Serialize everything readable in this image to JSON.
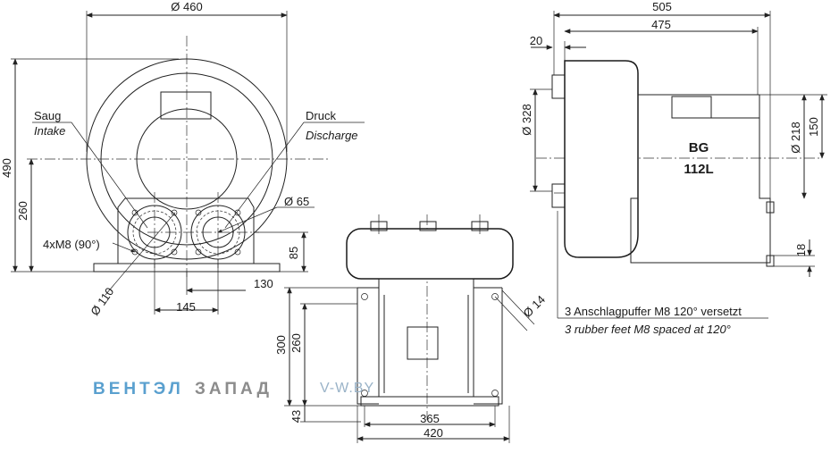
{
  "front_view": {
    "dia_overall": "Ø 460",
    "height_total": "490",
    "height_axis": "260",
    "height_port": "85",
    "port_offset": "130",
    "port_spacing": "145",
    "port_dia": "Ø 65",
    "flange_dia": "Ø 110",
    "bolts": "4xM8 (90°)",
    "intake_de": "Saug",
    "intake_en": "Intake",
    "discharge_de": "Druck",
    "discharge_en": "Discharge"
  },
  "bottom_view": {
    "height_total": "300",
    "height_inner": "260",
    "foot_height": "43",
    "width_inner": "365",
    "width_outer": "420",
    "hole_dia": "Ø 14"
  },
  "side_view": {
    "length_total": "505",
    "length_body": "475",
    "flange": "20",
    "dia_housing": "Ø 328",
    "dia_motor": "Ø 218",
    "height_motor": "150",
    "foot_offset": "18",
    "model_line1": "BG",
    "model_line2": "112L",
    "feet_de": "3 Anschlagpuffer M8 120° versetzt",
    "feet_en": "3 rubber feet M8 spaced at 120°"
  },
  "watermark": {
    "part1": "ВЕНТЭЛ",
    "part2": "ЗАПАД",
    "url": "V-W.BY"
  }
}
